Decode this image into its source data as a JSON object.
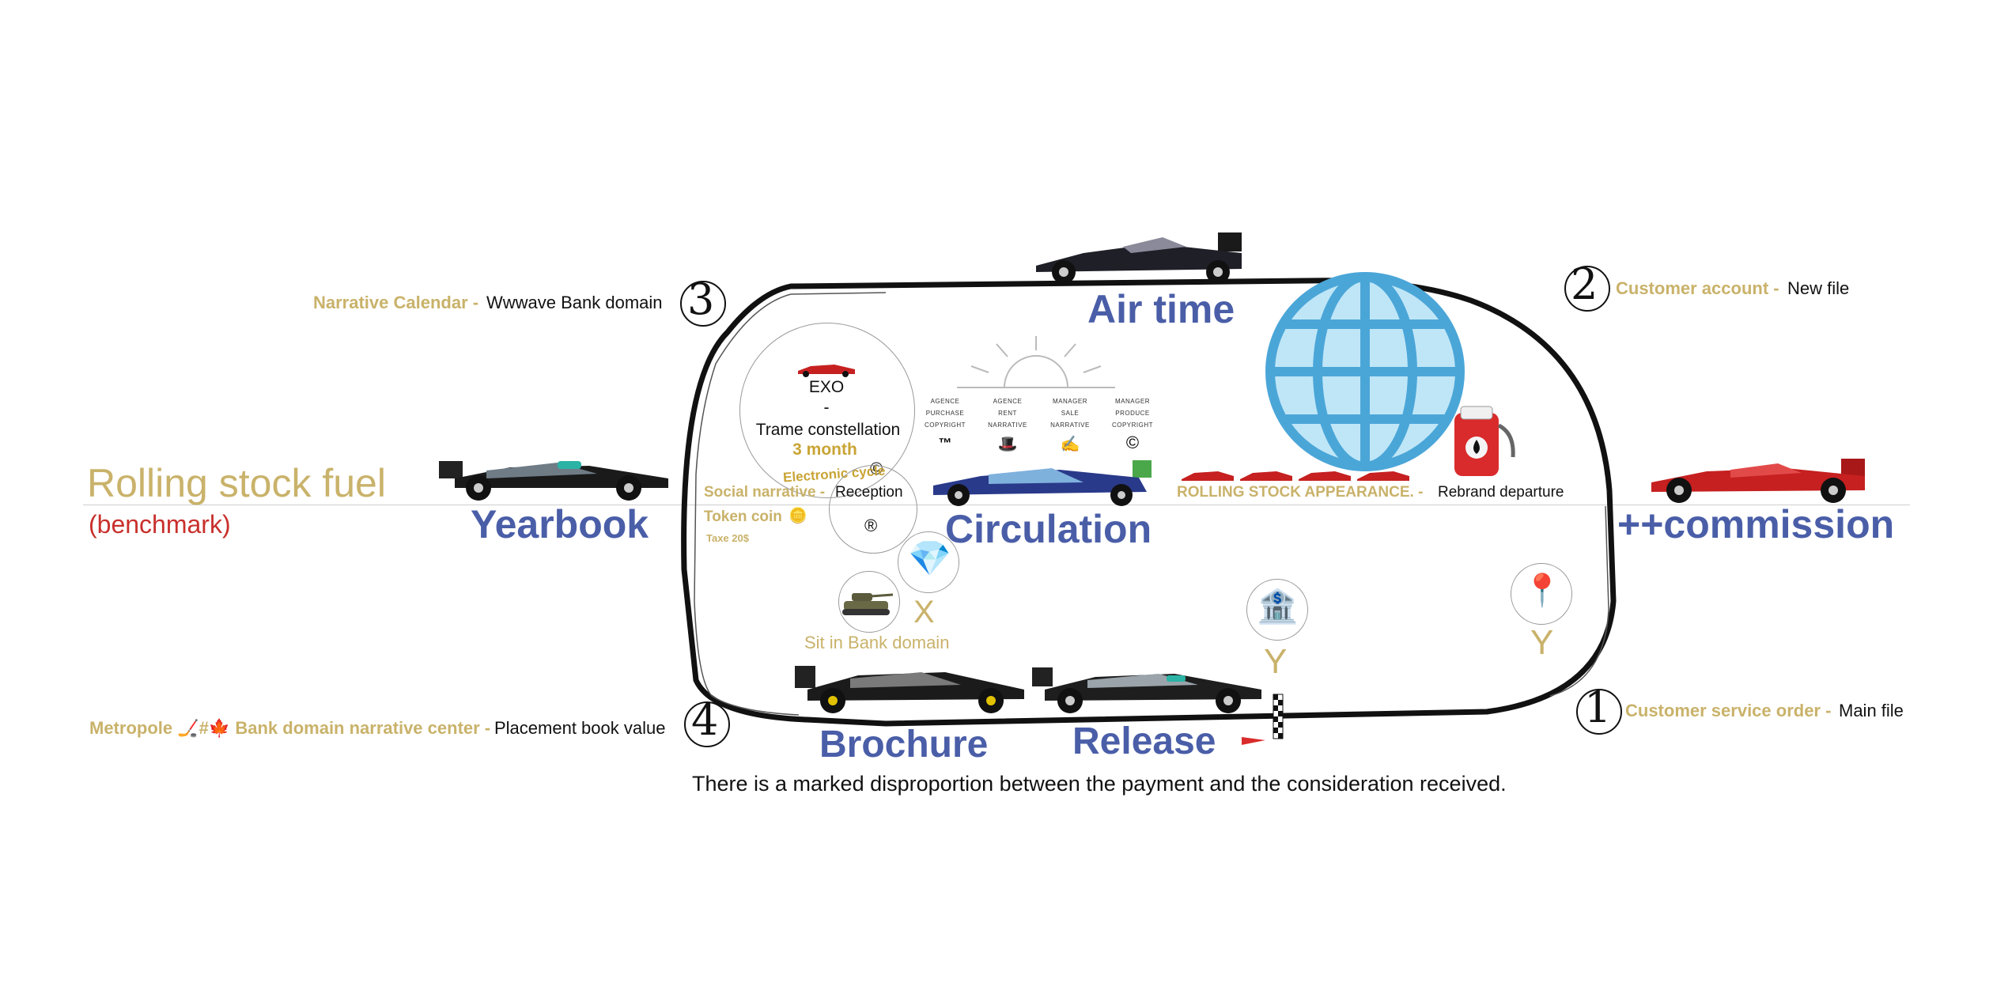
{
  "left": {
    "title": "Rolling stock fuel",
    "subtitle": "(benchmark)",
    "yearbook": "Yearbook"
  },
  "right": {
    "commission": "++commission"
  },
  "track": {
    "air_time": "Air time",
    "circulation": "Circulation",
    "brochure": "Brochure",
    "release": "Release",
    "footer": "There is a marked disproportion between the payment and the consideration received."
  },
  "corners": {
    "c1": {
      "number": "1",
      "label": "Customer service order -",
      "value": "Main file"
    },
    "c2": {
      "number": "2",
      "label": "Customer account -",
      "value": "New file"
    },
    "c3": {
      "number": "3",
      "label": "Narrative Calendar -",
      "value": "Wwwave Bank domain"
    },
    "c4": {
      "number": "4",
      "label": "Metropole 🏒#🍁 Bank domain narrative center -",
      "value": "Placement book value"
    }
  },
  "center_circle": {
    "line1": "EXO",
    "line2": "-",
    "line3": "Trame constellation",
    "duration": "3 month",
    "copyright": "©",
    "cycle": "Electronic cycle"
  },
  "social": {
    "label": "Social narrative -",
    "value": "Reception",
    "registered": "®"
  },
  "token": {
    "label": "Token coin",
    "coin": "🪙",
    "tax": "Taxe 20$"
  },
  "tank": {
    "x_letter": "X",
    "caption": "Sit in Bank domain"
  },
  "agencies": [
    {
      "lines": [
        "AGENCE",
        "PURCHASE",
        "COPYRIGHT"
      ],
      "symbol": "™"
    },
    {
      "lines": [
        "AGENCE",
        "RENT",
        "NARRATIVE"
      ],
      "symbol": "🎩"
    },
    {
      "lines": [
        "MANAGER",
        "SALE",
        "NARRATIVE"
      ],
      "symbol": "✍️"
    },
    {
      "lines": [
        "MANAGER",
        "PRODUCE",
        "COPYRIGHT"
      ],
      "symbol": "©"
    }
  ],
  "rolling_stock": {
    "label": "ROLLING STOCK APPEARANCE. -",
    "value": "Rebrand departure"
  },
  "markers": {
    "bank_y": "Y",
    "pin_y": "Y",
    "bank_icon": "🏦",
    "pin_icon": "📍",
    "gem_icon": "💎",
    "tank_icon": "🚜",
    "fuel_icon": "⛽",
    "globe_icon": "🌐"
  },
  "colors": {
    "gold": "#c9b26a",
    "blue": "#4a5ea8",
    "red": "#c8302c",
    "globe": "#5bb8e6"
  }
}
